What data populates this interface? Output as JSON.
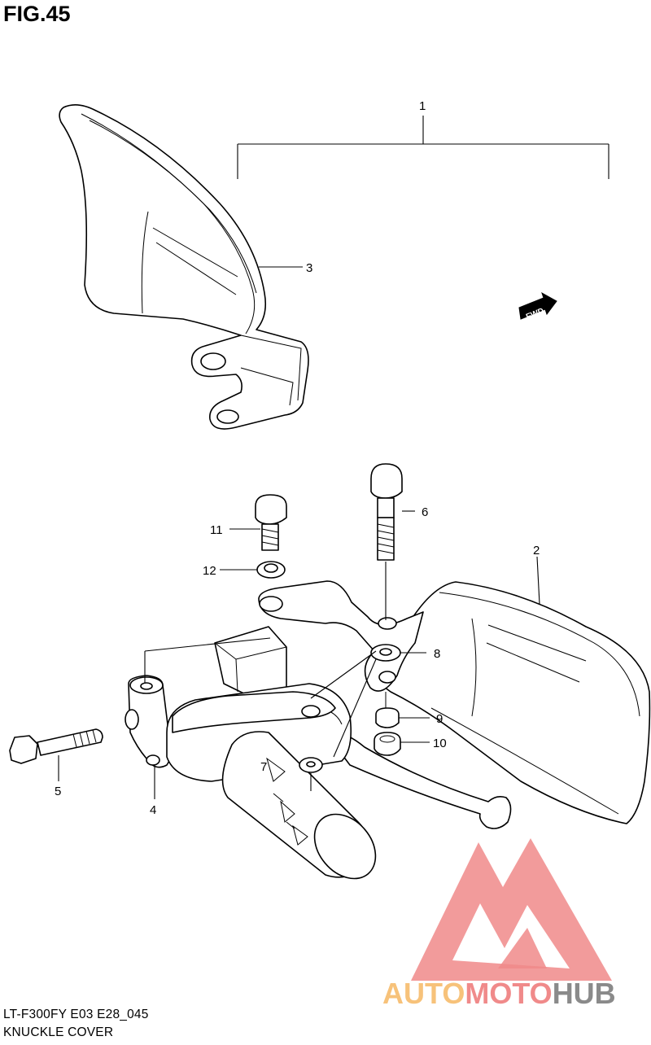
{
  "figure": {
    "title": "FIG.45",
    "model_line": "LT-F300FY E03 E28_045",
    "section_name": "KNUCKLE COVER"
  },
  "callouts": [
    {
      "id": "callout-1",
      "label": "1"
    },
    {
      "id": "callout-2",
      "label": "2"
    },
    {
      "id": "callout-3",
      "label": "3"
    },
    {
      "id": "callout-4",
      "label": "4"
    },
    {
      "id": "callout-5",
      "label": "5"
    },
    {
      "id": "callout-6",
      "label": "6"
    },
    {
      "id": "callout-7",
      "label": "7"
    },
    {
      "id": "callout-8",
      "label": "8"
    },
    {
      "id": "callout-9",
      "label": "9"
    },
    {
      "id": "callout-10",
      "label": "10"
    },
    {
      "id": "callout-11",
      "label": "11"
    },
    {
      "id": "callout-12",
      "label": "12"
    }
  ],
  "fwd_arrow": {
    "label": "FWD"
  },
  "watermark": {
    "word_part1": "AUTO",
    "word_part2": "MOTO",
    "word_part3": "HUB",
    "colors": {
      "logo": "#f08a8a",
      "auto": "#f7c27a",
      "moto": "#f08a8a",
      "hub": "#8a8a8a"
    }
  }
}
